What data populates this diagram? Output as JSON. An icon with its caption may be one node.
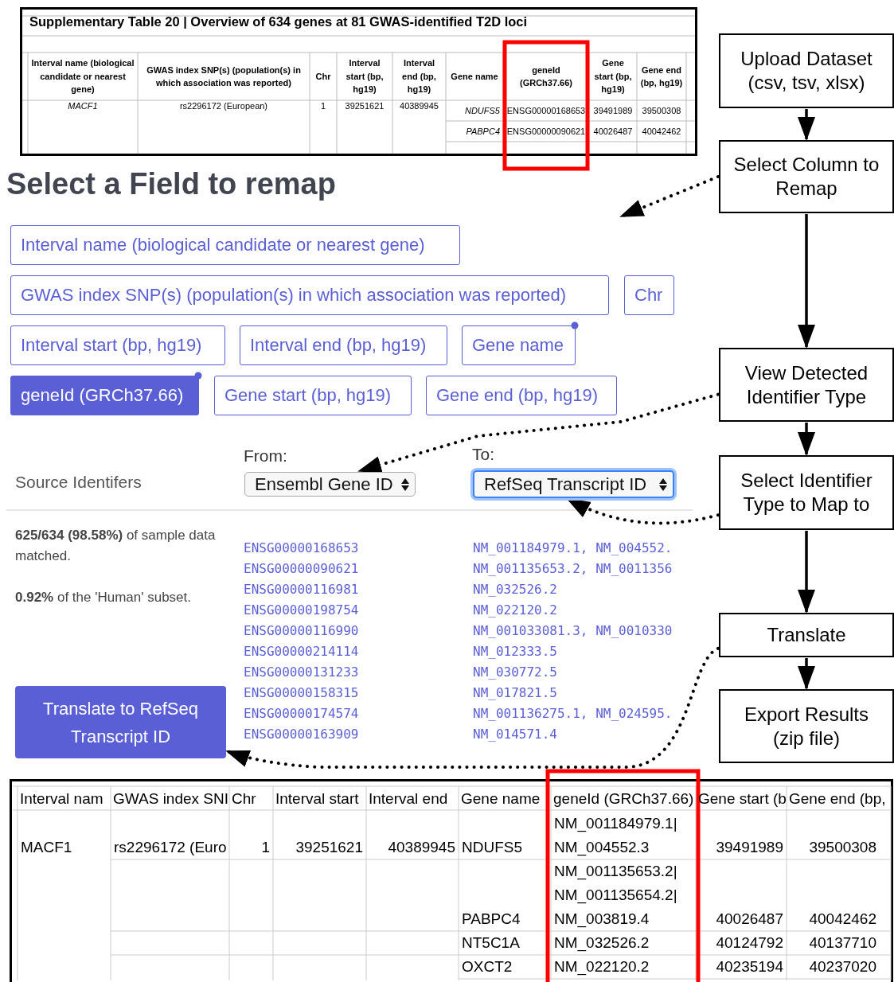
{
  "diagram": {
    "nodes": [
      {
        "text": [
          "Upload Dataset (csv, tsv, xlsx)"
        ]
      },
      {
        "text": [
          "Select Column to Remap"
        ]
      },
      {
        "text": [
          "View Detected Identifier Type"
        ]
      },
      {
        "text": [
          "Select Identifier Type to Map to"
        ]
      },
      {
        "text": [
          "Translate"
        ]
      },
      {
        "text": [
          "Export Results (zip file)"
        ]
      },
      {
        "text": [
          "Ensembl Gene ID"
        ],
        "beside": [
          "From:"
        ]
      },
      {
        "text": [
          "RefSeq Transcript ID"
        ],
        "beside": [
          "To:"
        ]
      },
      {
        "text": [
          "Translate to RefSeq Transcript ID"
        ]
      }
    ],
    "edges": [
      {
        "from": 0,
        "to": 1,
        "arrow": "to"
      },
      {
        "from": 1,
        "to": 2,
        "arrow": "to"
      },
      {
        "from": 2,
        "to": 3,
        "arrow": "to"
      },
      {
        "from": 3,
        "to": 4,
        "arrow": "to"
      },
      {
        "from": 4,
        "to": 5,
        "arrow": "to"
      },
      {
        "from": 1,
        "to": null,
        "arrow": "to",
        "style": "dashed"
      },
      {
        "from": 2,
        "to": 6,
        "arrow": "to",
        "style": "dashed"
      },
      {
        "from": 3,
        "to": 7,
        "arrow": "to",
        "style": "dashed"
      },
      {
        "from": 4,
        "to": 8,
        "arrow": "to",
        "style": "dashed"
      }
    ],
    "labels": [
      "Supplementary Table 20 | Overview of 634 genes at 81 GWAS-identified T2D loci",
      "Interval name (biological candidate or nearest gene)",
      "GWAS index SNP(s) (population(s) in which association was reported)",
      "Chr",
      "Interval start (bp, hg19)",
      "Interval end (bp, hg19)",
      "Gene name",
      "geneId (GRCh37.66)",
      "Gene start (bp, hg19)",
      "Gene end (bp, hg19)",
      "MACF1",
      "rs2296172 (European)",
      "1",
      "39251621",
      "40389945",
      "NDUFS5",
      "ENSG00000168653",
      "39491989",
      "39500308",
      "PABPC4",
      "ENSG00000090621",
      "40026487",
      "40042462",
      "Select a Field to remap",
      "Interval name (biological candidate or nearest gene)",
      "GWAS index SNP(s) (population(s) in which association was reported)",
      "Chr",
      "Interval start (bp, hg19)",
      "Interval end (bp, hg19)",
      "Gene name",
      "geneId (GRCh37.66)",
      "Gene start (bp, hg19)",
      "Gene end (bp, hg19)",
      "Source Identifers",
      "**625/634 (98.58%)** of sample data matched.",
      "**0.92%** of the 'Human' subset.",
      "ENSG00000168653",
      "NM_001184979.1, NM_004552.",
      "ENSG00000090621",
      "NM_001135653.2, NM_0011356",
      "ENSG00000116981",
      "NM_032526.2",
      "ENSG00000198754",
      "NM_022120.2",
      "ENSG00000116990",
      "NM_001033081.3, NM_0010330",
      "ENSG00000214114",
      "NM_012333.5",
      "ENSG00000131233",
      "NM_030772.5",
      "ENSG00000158315",
      "NM_017821.5",
      "ENSG00000174574",
      "NM_001136275.1, NM_024595.",
      "ENSG00000163909",
      "NM_014571.4",
      "Interval nam",
      "GWAS index SNI",
      "Chr",
      "Interval start",
      "Interval end",
      "Gene name",
      "geneId (GRCh37.66)",
      "Gene start (b",
      "Gene end (bp,",
      "MACF1",
      "rs2296172 (Euro",
      "1",
      "39251621",
      "40389945",
      "NDUFS5",
      "NM_001184979.1| NM_004552.3",
      "39491989",
      "39500308",
      "PABPC4",
      "NM_001135653.2| NM_001135654.2| NM_003819.4",
      "40026487",
      "40042462",
      "NT5C1A",
      "NM_032526.2",
      "40124792",
      "40137710",
      "OXCT2",
      "NM_022120.2",
      "40235194",
      "40237020"
    ]
  }
}
